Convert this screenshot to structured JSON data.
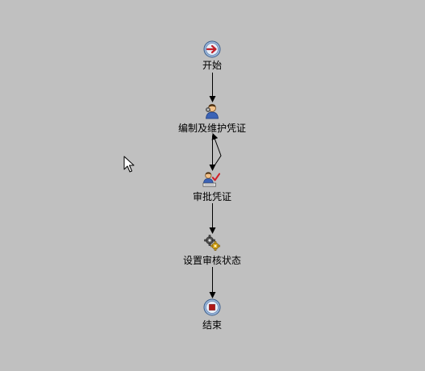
{
  "workflow": {
    "nodes": [
      {
        "id": "start",
        "label": "开始",
        "icon": "start-arrow-icon"
      },
      {
        "id": "edit",
        "label": "编制及维护凭证",
        "icon": "user-gear-icon"
      },
      {
        "id": "approve",
        "label": "审批凭证",
        "icon": "user-check-icon"
      },
      {
        "id": "status",
        "label": "设置审核状态",
        "icon": "gears-icon"
      },
      {
        "id": "end",
        "label": "结束",
        "icon": "stop-icon"
      }
    ]
  },
  "colors": {
    "background": "#c0c0c0",
    "connector": "#000000",
    "start_fill": "#8fb0d8",
    "arrow_red": "#c0202a",
    "stop_red": "#b01818"
  }
}
